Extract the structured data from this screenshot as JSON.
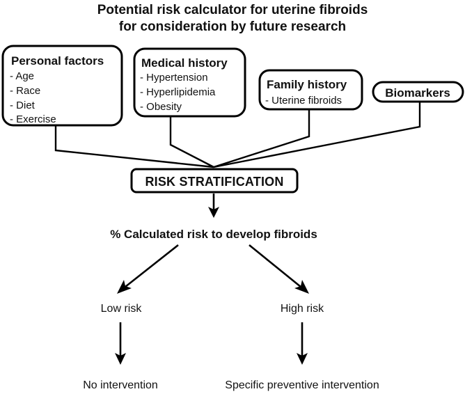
{
  "title": {
    "line1": "Potential risk calculator for uterine fibroids",
    "line2": "for consideration by future research"
  },
  "colors": {
    "stroke": "#000000",
    "text": "#111111",
    "background": "#ffffff"
  },
  "input_nodes": [
    {
      "id": "personal-factors",
      "heading": "Personal factors",
      "items": [
        "- Age",
        "- Race",
        "- Diet",
        "- Exercise"
      ],
      "shape": "rounded-rect"
    },
    {
      "id": "medical-history",
      "heading": "Medical history",
      "items": [
        "- Hypertension",
        "- Hyperlipidemia",
        "- Obesity"
      ],
      "shape": "rounded-rect"
    },
    {
      "id": "family-history",
      "heading": "Family history",
      "items": [
        "- Uterine fibroids"
      ],
      "shape": "rounded-rect"
    },
    {
      "id": "biomarkers",
      "heading": "Biomarkers",
      "items": [],
      "shape": "pill"
    }
  ],
  "process": {
    "risk_stratification_label": "RISK STRATIFICATION",
    "calculated_risk_label": "% Calculated risk to develop fibroids"
  },
  "branches": [
    {
      "id": "low-risk",
      "label": "Low risk",
      "outcome": "No intervention"
    },
    {
      "id": "high-risk",
      "label": "High risk",
      "outcome": "Specific preventive intervention"
    }
  ],
  "arrow_icons": {
    "down": "arrow-down-icon",
    "diagonal_left": "arrow-diagonal-down-left-icon",
    "diagonal_right": "arrow-diagonal-down-right-icon"
  }
}
